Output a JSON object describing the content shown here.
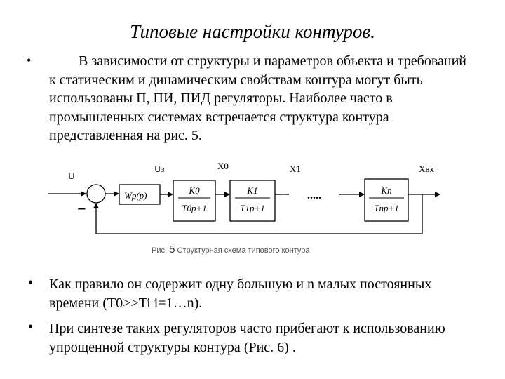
{
  "slide": {
    "title": "Типовые настройки контуров.",
    "bullet_small": "•",
    "paragraph": "В зависимости от структуры и параметров объекта и требований к статическим и динамическим свойствам контура  могут быть использованы П, ПИ, ПИД регуляторы. Наиболее часто в промышленных системах встречается структура контура представленная на рис. 5.",
    "bullets": [
      {
        "marker": "•",
        "text": "Как правило он содержит одну большую и n  малых постоянных времени (T0>>Ti  i=1…n)."
      },
      {
        "marker": "•",
        "text": "При синтезе таких регуляторов часто прибегают к использованию упрощенной структуры контура (Рис. 6) ."
      }
    ]
  },
  "diagram": {
    "labels": {
      "u": "U",
      "uz": "Uз",
      "x0": "X0",
      "x1": "X1",
      "xvyh": "Xвх"
    },
    "minus": "−",
    "controller": "Wр(p)",
    "blocks": [
      {
        "num": "K0",
        "den": "T0p+1"
      },
      {
        "num": "K1",
        "den": "T1p+1"
      },
      {
        "num": "Kn",
        "den": "Tnp+1"
      }
    ],
    "dots": ".....",
    "caption_prefix": "Рис.",
    "caption_num": "5",
    "caption_text": "Структурная схема типового контура"
  }
}
